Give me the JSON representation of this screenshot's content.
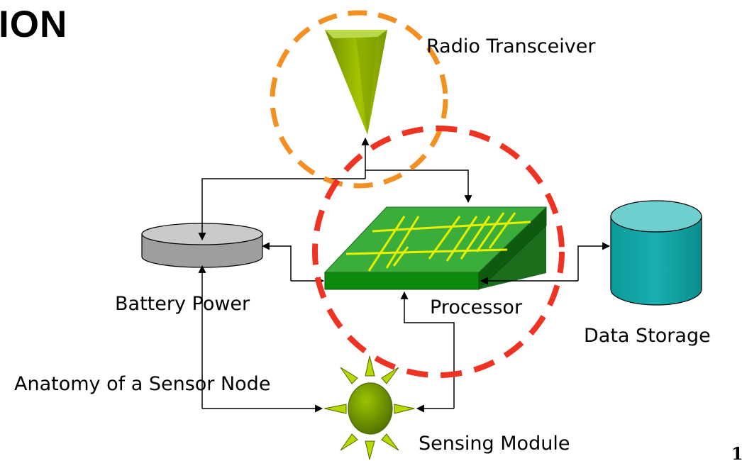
{
  "slide": {
    "title_fragment": "ION",
    "page_number": "1"
  },
  "diagram": {
    "components": {
      "radio": {
        "label": "Radio Transceiver",
        "icon": "radio-transceiver-icon",
        "color": "#8FAF00"
      },
      "processor": {
        "label": "Processor",
        "icon": "circuit-board-icon",
        "color": "#2E8B2E",
        "trace_color": "#E8F000"
      },
      "battery": {
        "label": "Battery Power",
        "icon": "battery-cylinder-icon",
        "color": "#9E9E9E"
      },
      "storage": {
        "label": "Data Storage",
        "icon": "database-cylinder-icon",
        "color": "#12A7A7"
      },
      "sensing": {
        "label": "Sensing Module",
        "icon": "sun-sensor-icon",
        "color": "#6E8F00"
      }
    },
    "caption": "Anatomy of a Sensor Node",
    "highlights": {
      "orange_circle_color": "#F39021",
      "red_circle_color": "#EE3322"
    }
  }
}
